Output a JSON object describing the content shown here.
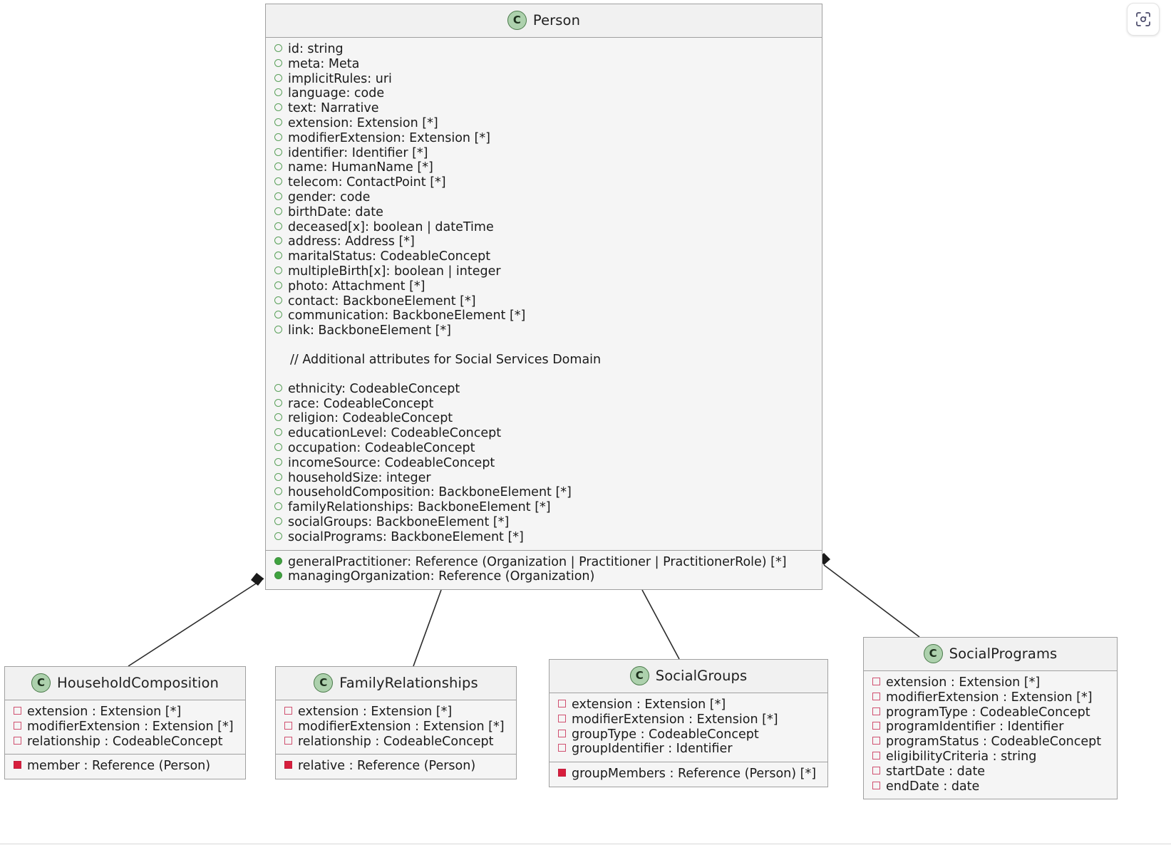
{
  "diagram": {
    "type": "uml-class-diagram",
    "background": "#ffffff",
    "class_box_fill": "#f5f5f5",
    "class_box_border": "#a0a0a0",
    "class_icon_fill": "#add1ad",
    "class_icon_border": "#4a7a4a",
    "class_icon_letter": "C",
    "marker_colors": {
      "protected_circle_open": "#5aa05a",
      "public_circle_filled": "#3fa33f",
      "private_square_open": "#d05070",
      "private_square_filled": "#d81e3c"
    }
  },
  "toolbar": {
    "scan_icon": "scan-focus-icon"
  },
  "classes": {
    "person": {
      "name": "Person",
      "icon": "class-icon",
      "sections": [
        {
          "name": "attributes",
          "rows": [
            {
              "marker": "circle-open",
              "text": "id: string"
            },
            {
              "marker": "circle-open",
              "text": "meta: Meta"
            },
            {
              "marker": "circle-open",
              "text": "implicitRules: uri"
            },
            {
              "marker": "circle-open",
              "text": "language: code"
            },
            {
              "marker": "circle-open",
              "text": "text: Narrative"
            },
            {
              "marker": "circle-open",
              "text": "extension: Extension [*]"
            },
            {
              "marker": "circle-open",
              "text": "modifierExtension: Extension [*]"
            },
            {
              "marker": "circle-open",
              "text": "identifier: Identifier [*]"
            },
            {
              "marker": "circle-open",
              "text": "name: HumanName [*]"
            },
            {
              "marker": "circle-open",
              "text": "telecom: ContactPoint [*]"
            },
            {
              "marker": "circle-open",
              "text": "gender: code"
            },
            {
              "marker": "circle-open",
              "text": "birthDate: date"
            },
            {
              "marker": "circle-open",
              "text": "deceased[x]: boolean | dateTime"
            },
            {
              "marker": "circle-open",
              "text": "address: Address [*]"
            },
            {
              "marker": "circle-open",
              "text": "maritalStatus: CodeableConcept"
            },
            {
              "marker": "circle-open",
              "text": "multipleBirth[x]: boolean | integer"
            },
            {
              "marker": "circle-open",
              "text": "photo: Attachment [*]"
            },
            {
              "marker": "circle-open",
              "text": "contact: BackboneElement [*]"
            },
            {
              "marker": "circle-open",
              "text": "communication: BackboneElement [*]"
            },
            {
              "marker": "circle-open",
              "text": "link: BackboneElement [*]"
            },
            {
              "marker": "spacer",
              "text": ""
            },
            {
              "marker": "none",
              "text": "// Additional attributes for Social Services Domain"
            },
            {
              "marker": "spacer",
              "text": ""
            },
            {
              "marker": "circle-open",
              "text": "ethnicity: CodeableConcept"
            },
            {
              "marker": "circle-open",
              "text": "race: CodeableConcept"
            },
            {
              "marker": "circle-open",
              "text": "religion: CodeableConcept"
            },
            {
              "marker": "circle-open",
              "text": "educationLevel: CodeableConcept"
            },
            {
              "marker": "circle-open",
              "text": "occupation: CodeableConcept"
            },
            {
              "marker": "circle-open",
              "text": "incomeSource: CodeableConcept"
            },
            {
              "marker": "circle-open",
              "text": "householdSize: integer"
            },
            {
              "marker": "circle-open",
              "text": "householdComposition: BackboneElement [*]"
            },
            {
              "marker": "circle-open",
              "text": "familyRelationships: BackboneElement [*]"
            },
            {
              "marker": "circle-open",
              "text": "socialGroups: BackboneElement [*]"
            },
            {
              "marker": "circle-open",
              "text": "socialPrograms: BackboneElement [*]"
            }
          ]
        },
        {
          "name": "references",
          "rows": [
            {
              "marker": "circle-filled",
              "text": "generalPractitioner: Reference (Organization | Practitioner | PractitionerRole) [*]"
            },
            {
              "marker": "circle-filled",
              "text": "managingOrganization: Reference (Organization)"
            }
          ]
        }
      ]
    },
    "householdComposition": {
      "name": "HouseholdComposition",
      "icon": "class-icon",
      "sections": [
        {
          "name": "attributes",
          "rows": [
            {
              "marker": "square-open",
              "text": "extension : Extension [*]"
            },
            {
              "marker": "square-open",
              "text": "modifierExtension : Extension [*]"
            },
            {
              "marker": "square-open",
              "text": "relationship : CodeableConcept"
            }
          ]
        },
        {
          "name": "references",
          "rows": [
            {
              "marker": "square-filled",
              "text": "member : Reference (Person)"
            }
          ]
        }
      ]
    },
    "familyRelationships": {
      "name": "FamilyRelationships",
      "icon": "class-icon",
      "sections": [
        {
          "name": "attributes",
          "rows": [
            {
              "marker": "square-open",
              "text": "extension : Extension [*]"
            },
            {
              "marker": "square-open",
              "text": "modifierExtension : Extension [*]"
            },
            {
              "marker": "square-open",
              "text": "relationship : CodeableConcept"
            }
          ]
        },
        {
          "name": "references",
          "rows": [
            {
              "marker": "square-filled",
              "text": "relative : Reference (Person)"
            }
          ]
        }
      ]
    },
    "socialGroups": {
      "name": "SocialGroups",
      "icon": "class-icon",
      "sections": [
        {
          "name": "attributes",
          "rows": [
            {
              "marker": "square-open",
              "text": "extension : Extension [*]"
            },
            {
              "marker": "square-open",
              "text": "modifierExtension : Extension [*]"
            },
            {
              "marker": "square-open",
              "text": "groupType : CodeableConcept"
            },
            {
              "marker": "square-open",
              "text": "groupIdentifier : Identifier"
            }
          ]
        },
        {
          "name": "references",
          "rows": [
            {
              "marker": "square-filled",
              "text": "groupMembers : Reference (Person) [*]"
            }
          ]
        }
      ]
    },
    "socialPrograms": {
      "name": "SocialPrograms",
      "icon": "class-icon",
      "sections": [
        {
          "name": "attributes",
          "rows": [
            {
              "marker": "square-open",
              "text": "extension : Extension [*]"
            },
            {
              "marker": "square-open",
              "text": "modifierExtension : Extension [*]"
            },
            {
              "marker": "square-open",
              "text": "programType : CodeableConcept"
            },
            {
              "marker": "square-open",
              "text": "programIdentifier : Identifier"
            },
            {
              "marker": "square-open",
              "text": "programStatus : CodeableConcept"
            },
            {
              "marker": "square-open",
              "text": "eligibilityCriteria : string"
            },
            {
              "marker": "square-open",
              "text": "startDate : date"
            },
            {
              "marker": "square-open",
              "text": "endDate : date"
            }
          ]
        }
      ]
    }
  },
  "relationships": [
    {
      "from": "Person",
      "to": "HouseholdComposition",
      "type": "composition"
    },
    {
      "from": "Person",
      "to": "FamilyRelationships",
      "type": "composition"
    },
    {
      "from": "Person",
      "to": "SocialGroups",
      "type": "composition"
    },
    {
      "from": "Person",
      "to": "SocialPrograms",
      "type": "composition"
    }
  ]
}
